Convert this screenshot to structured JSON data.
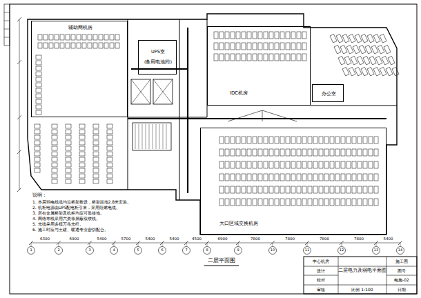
{
  "diagram": {
    "title": "二层平面图",
    "nodes": [
      {
        "text": [
          "辅助网机房"
        ]
      },
      {
        "text": [
          "UPS室",
          "(备用电池间)"
        ]
      },
      {
        "text": [
          "IDC机房"
        ]
      },
      {
        "text": [
          "办公室"
        ]
      },
      {
        "text": [
          "大口区域交换机房"
        ]
      }
    ],
    "labels": [
      "说明：",
      "1. 本层弱电线缆均沿桥架敷设，桥架距地2.8米安装。",
      "2. 机柜电源由UPS配电柜引来，采用阻燃电缆。",
      "3. 所有金属桥架及机柜均应可靠接地。",
      "4. 网络布线采用六类非屏蔽双绞线。",
      "5. 光缆采用多模万兆光纤。",
      "6. 施工时应与土建、暖通专业密切配合。",
      "6300",
      "6900",
      "5400",
      "5700",
      "5400",
      "5400",
      "4500",
      "6900",
      "7800",
      "7800",
      "7800",
      "7800",
      "5400",
      "1",
      "2",
      "3",
      "4",
      "5",
      "6",
      "7",
      "8",
      "9",
      "10",
      "11",
      "12",
      "13",
      "14",
      "中心机房",
      "设计",
      "校对",
      "审核",
      "二层电力及弱电平面图",
      "比例 1:100",
      "施工图",
      "图号",
      "电施-02",
      "日期"
    ]
  }
}
